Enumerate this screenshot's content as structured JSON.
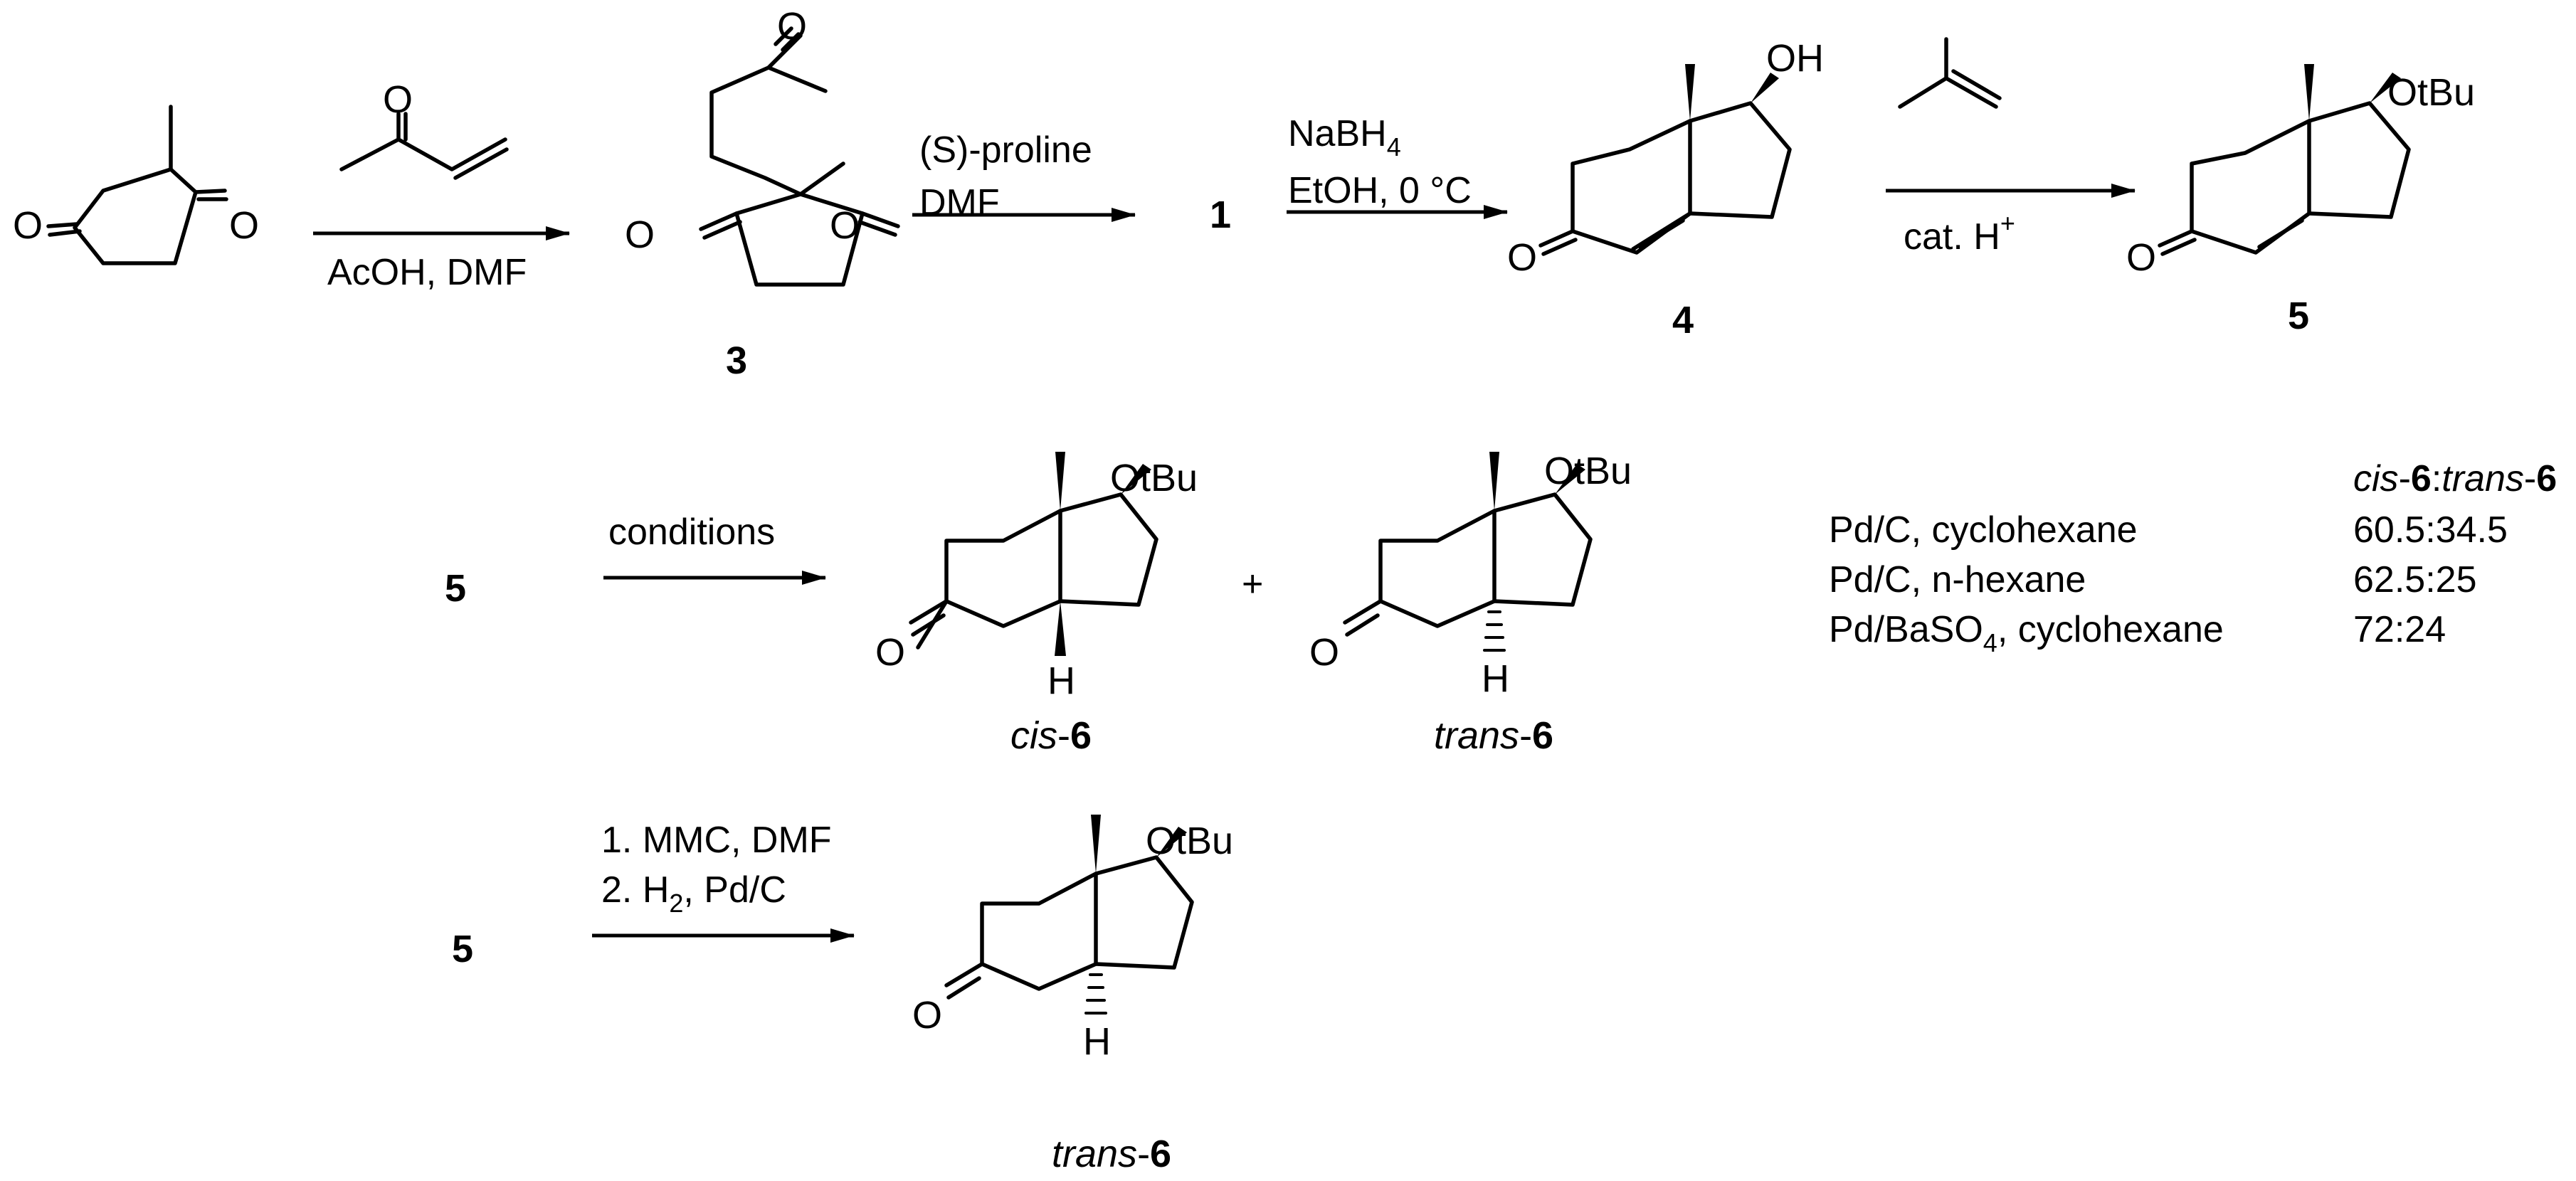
{
  "step1": {
    "reagent_below": "AcOH, DMF"
  },
  "step2": {
    "reagent_top": "(S)-proline",
    "reagent_bottom": "DMF",
    "product": "1"
  },
  "step3": {
    "reagent_top_base": "NaBH",
    "reagent_top_sub": "4",
    "reagent_bottom": "EtOH, 0 °C"
  },
  "step4": {
    "reagent_bottom_base": "cat. H",
    "reagent_bottom_sup": "+"
  },
  "step5": {
    "start": "5",
    "reagent": "conditions",
    "plus": "+"
  },
  "step6": {
    "start": "5",
    "line1": "1. MMC, DMF",
    "line2_base": "2. H",
    "line2_sub": "2",
    "line2_tail": ", Pd/C"
  },
  "labels": {
    "c3": "3",
    "c4": "4",
    "c5": "5",
    "cis_prefix": "cis",
    "trans_prefix": "trans",
    "dash": "-",
    "six": "6",
    "colon": ":"
  },
  "atoms": {
    "O": "O",
    "OH": "OH",
    "OtBu": "OtBu",
    "H": "H"
  },
  "table": {
    "rows": [
      {
        "cond_base": "Pd/C, cyclohexane",
        "ratio": "60.5:34.5"
      },
      {
        "cond_base": "Pd/C, n-hexane",
        "ratio": "62.5:25"
      },
      {
        "cond_base": "Pd/BaSO",
        "cond_sub": "4",
        "cond_tail": ", cyclohexane",
        "ratio": "72:24"
      }
    ]
  }
}
